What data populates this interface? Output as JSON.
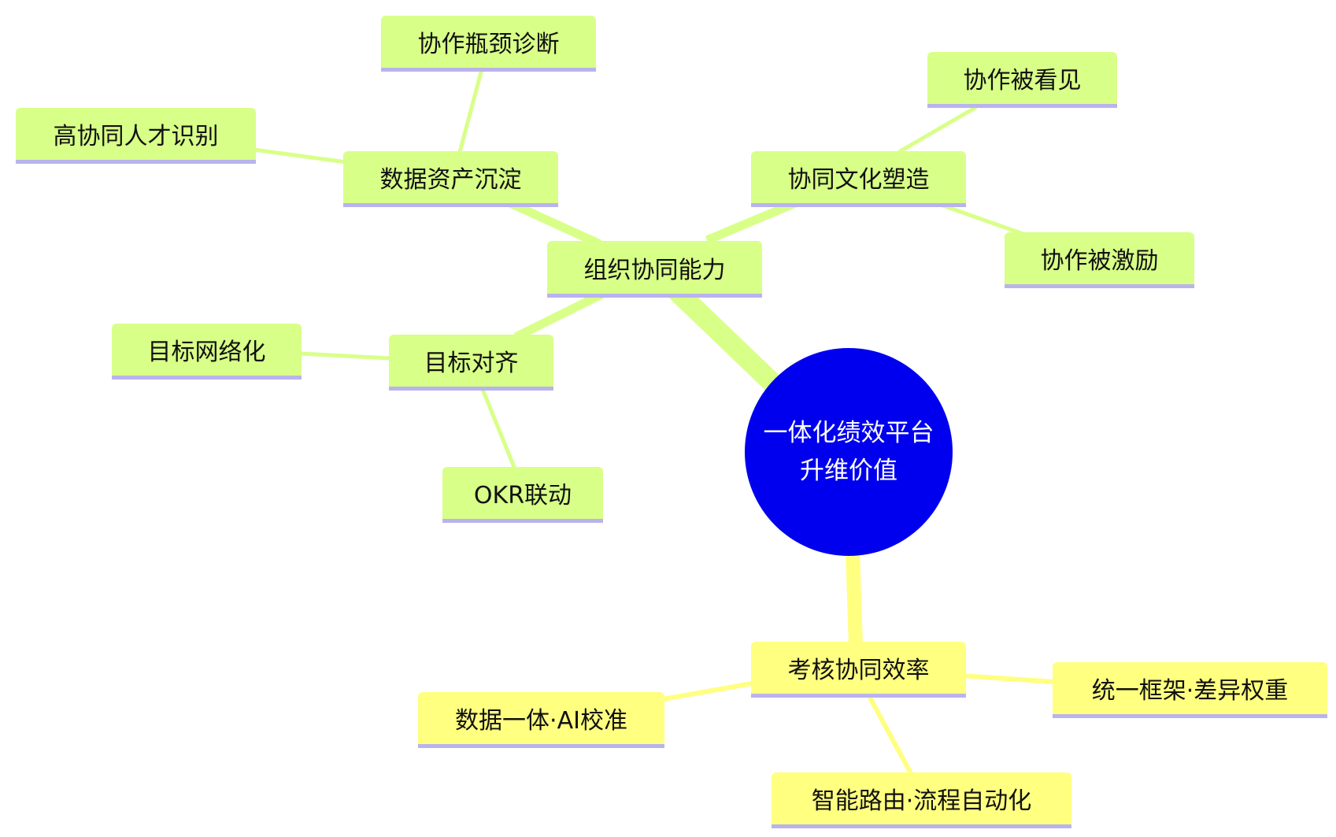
{
  "root": {
    "line1": "一体化绩效平台",
    "line2": "升维价值"
  },
  "branches": {
    "org": {
      "label": "组织协同能力",
      "data_asset": {
        "label": "数据资产沉淀",
        "children": [
          "协作瓶颈诊断",
          "高协同人才识别"
        ]
      },
      "culture": {
        "label": "协同文化塑造",
        "children": [
          "协作被看见",
          "协作被激励"
        ]
      },
      "goal": {
        "label": "目标对齐",
        "children": [
          "目标网络化",
          "OKR联动"
        ]
      }
    },
    "eval": {
      "label": "考核协同效率",
      "children": [
        "统一框架·差异权重",
        "数据一体·AI校准",
        "智能路由·流程自动化"
      ]
    }
  },
  "colors": {
    "root_fill": "#0000ee",
    "green_node": "#d8ff88",
    "yellow_node": "#ffff80",
    "green_link": "#d8ff88",
    "yellow_link": "#ffff80",
    "underline": "#b9b3ee"
  }
}
